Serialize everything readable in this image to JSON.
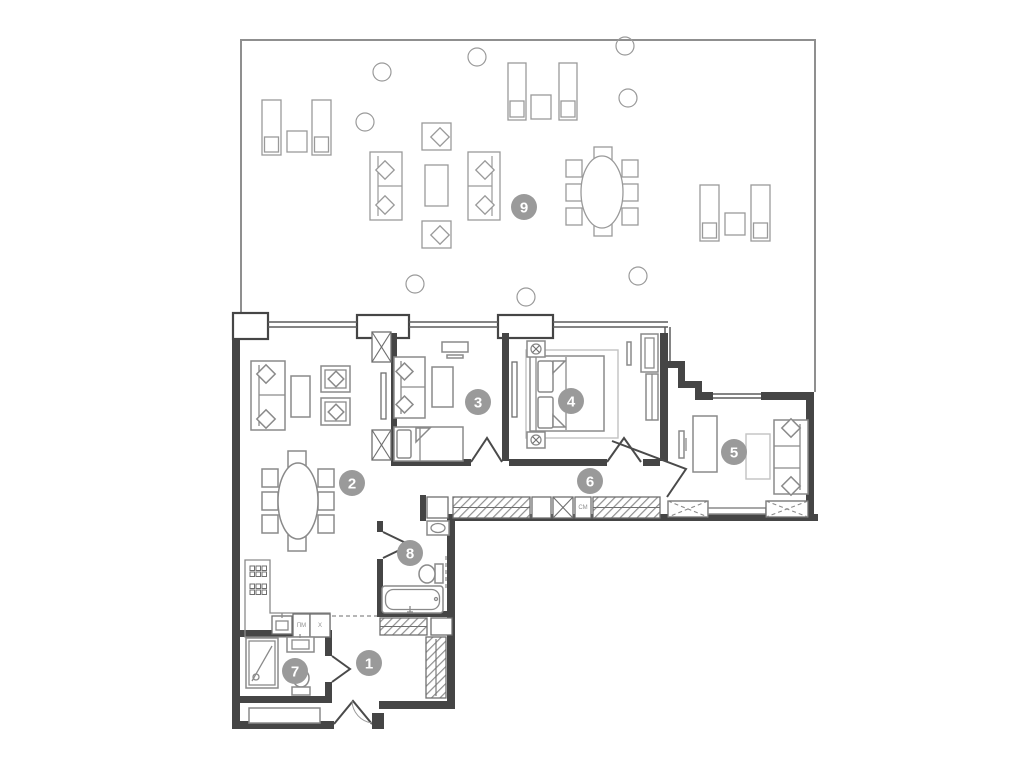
{
  "rooms": [
    {
      "number": "1"
    },
    {
      "number": "2"
    },
    {
      "number": "3"
    },
    {
      "number": "4"
    },
    {
      "number": "5"
    },
    {
      "number": "6"
    },
    {
      "number": "7"
    },
    {
      "number": "8"
    },
    {
      "number": "9"
    }
  ],
  "appliance_labels": {
    "dishwasher": "ПМ",
    "refrigerator": "Х",
    "washing_machine": "СМ"
  },
  "colors": {
    "background": "#ffffff",
    "walls": "#454545",
    "furniture_line": "#8a8a8a",
    "badge": "#9a9a9a",
    "badge_text": "#ffffff"
  }
}
